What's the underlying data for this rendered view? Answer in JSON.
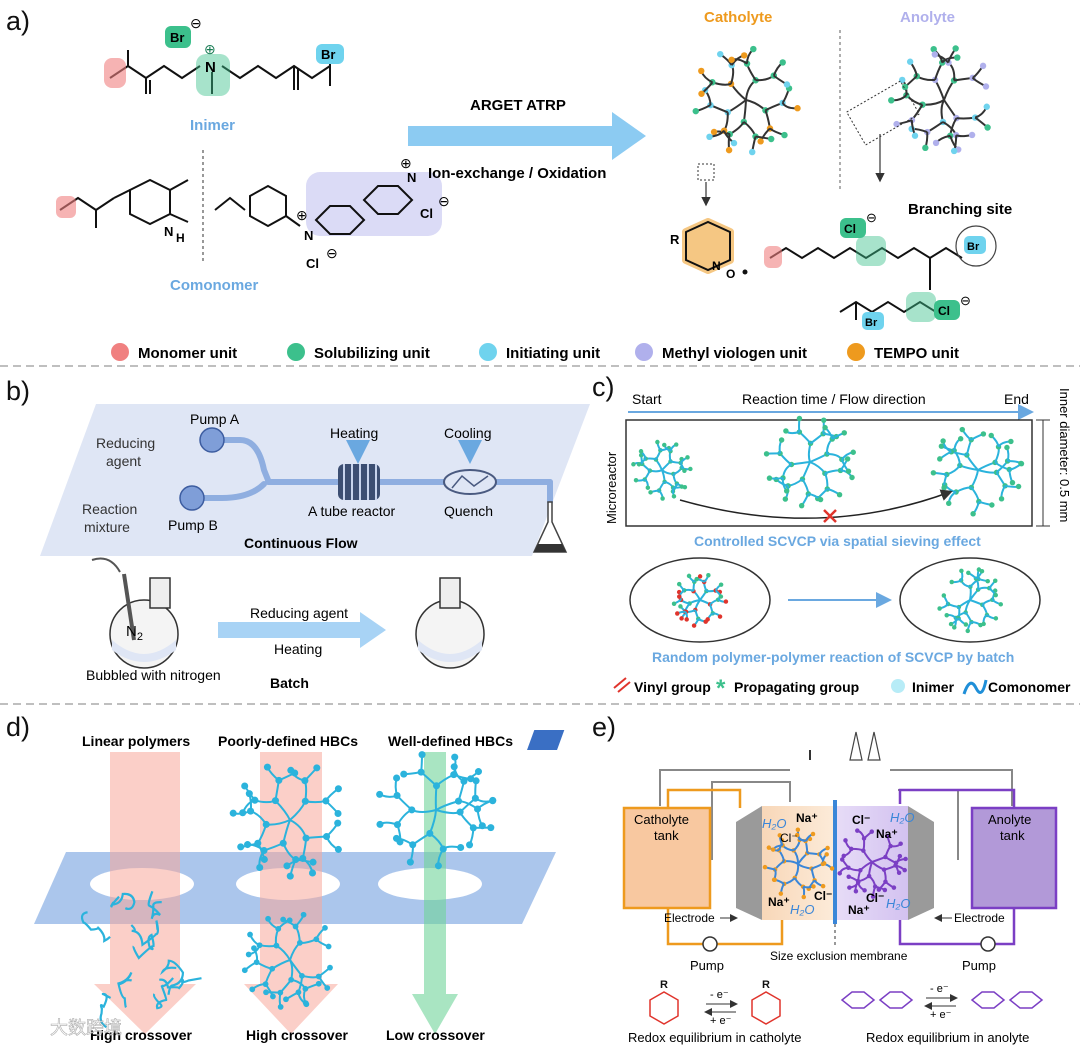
{
  "panel_a": {
    "letter": "a)",
    "inimer_label": "Inimer",
    "comonomer_label": "Comonomer",
    "arrow_top": "ARGET ATRP",
    "arrow_bottom": "Ion-exchange / Oxidation",
    "catholyte": "Catholyte",
    "anolyte": "Anolyte",
    "branching_site": "Branching site",
    "atoms": {
      "br": "Br",
      "n": "N",
      "cl": "Cl",
      "h": "H",
      "r": "R",
      "o": "O",
      "plus": "⊕",
      "minus": "⊖"
    }
  },
  "legend": {
    "items": [
      {
        "label": "Monomer unit",
        "color": "#f08080"
      },
      {
        "label": "Solubilizing unit",
        "color": "#3cc08c"
      },
      {
        "label": "Initiating unit",
        "color": "#6fd3ee"
      },
      {
        "label": "Methyl viologen unit",
        "color": "#b0b0ec"
      },
      {
        "label": "TEMPO unit",
        "color": "#ee9a1e"
      }
    ]
  },
  "panel_b": {
    "letter": "b)",
    "pump_a": "Pump A",
    "pump_b": "Pump B",
    "reducing_agent_1": "Reducing",
    "reducing_agent_2": "agent",
    "reaction_mixture_1": "Reaction",
    "reaction_mixture_2": "mixture",
    "heating": "Heating",
    "cooling": "Cooling",
    "tube_reactor": "A tube reactor",
    "quench": "Quench",
    "continuous_flow": "Continuous Flow",
    "n2": "N",
    "n2_sub": "2",
    "batch_reducing": "Reducing agent",
    "batch_heating": "Heating",
    "bubbled": "Bubbled with nitrogen",
    "batch": "Batch"
  },
  "panel_c": {
    "letter": "c)",
    "start": "Start",
    "end": "End",
    "reaction_time": "Reaction time / Flow direction",
    "microreactor": "Microreactor",
    "inner_diameter": "Inner diameter: 0.5 mm",
    "controlled": "Controlled SCVCP via spatial  sieving effect",
    "random": "Random polymer-polymer reaction of SCVCP by batch",
    "legend_vinyl": "Vinyl group",
    "legend_prop": "Propagating group",
    "legend_inimer": "Inimer",
    "legend_comonomer": "Comonomer"
  },
  "panel_d": {
    "letter": "d)",
    "linear": "Linear polymers",
    "poorly": "Poorly-defined HBCs",
    "well": "Well-defined HBCs",
    "high1": "High crossover",
    "high2": "High crossover",
    "low": "Low crossover",
    "watermark": "大数跨境"
  },
  "panel_e": {
    "letter": "e)",
    "catholyte_tank_1": "Catholyte",
    "catholyte_tank_2": "tank",
    "anolyte_tank_1": "Anolyte",
    "anolyte_tank_2": "tank",
    "electrode_left": "Electrode",
    "electrode_right": "Electrode",
    "pump_left": "Pump",
    "pump_right": "Pump",
    "membrane": "Size exclusion membrane",
    "redox_cath": "Redox equilibrium in catholyte",
    "redox_an": "Redox equilibrium in anolyte",
    "h2o": "H₂O",
    "cl": "Cl⁻",
    "na": "Na⁺",
    "minus_e": "- e⁻",
    "plus_e": "+ e⁻"
  }
}
